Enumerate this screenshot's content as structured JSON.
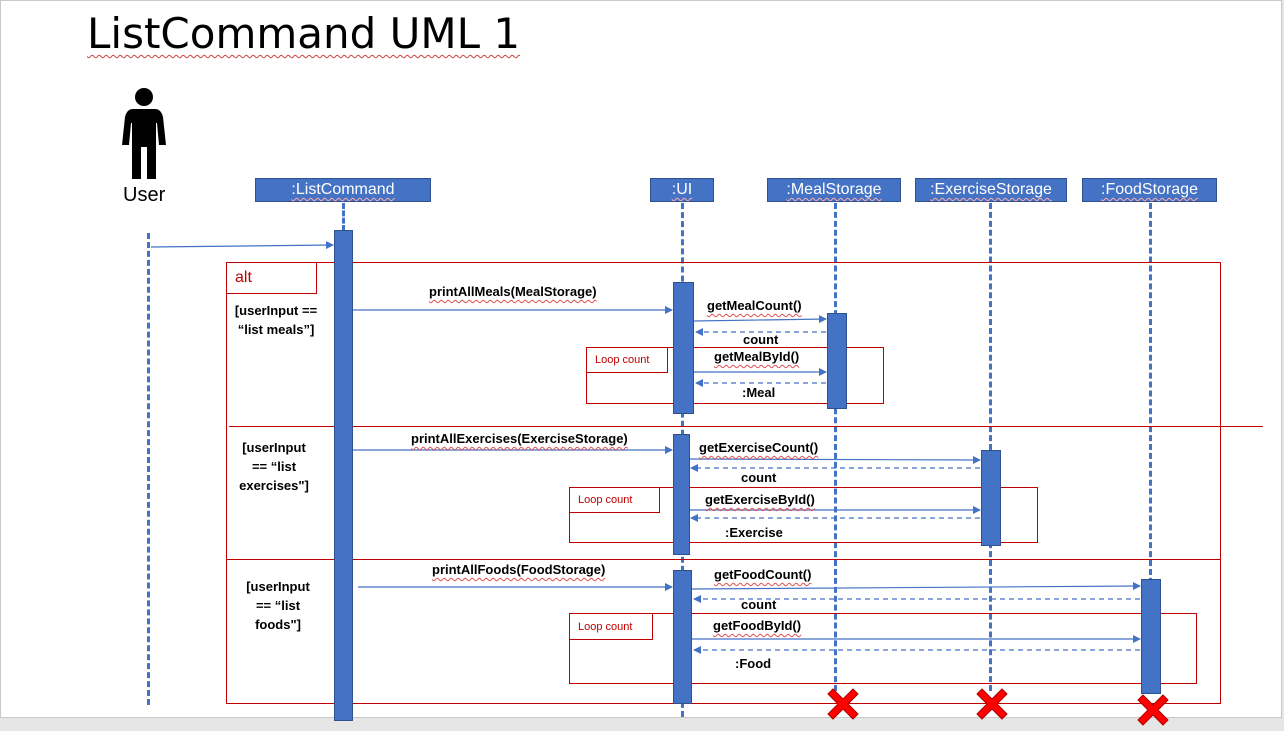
{
  "title": "ListCommand UML 1",
  "actor": {
    "label": "User",
    "icon": "stick-figure-icon"
  },
  "participants": [
    ":ListCommand",
    ":UI",
    ":MealStorage",
    ":ExerciseStorage",
    ":FoodStorage"
  ],
  "frame": {
    "operator": "alt"
  },
  "loop_label": "Loop count",
  "sections": [
    {
      "guard_lines": [
        "[userInput ==",
        "“list meals”]"
      ],
      "call": "printAllMeals(MealStorage)",
      "count_call": "getMealCount()",
      "count_return": "count",
      "by_id_call": "getMealById()",
      "by_id_return": ":Meal"
    },
    {
      "guard_lines": [
        "[userInput",
        "== “list",
        "exercises\"]"
      ],
      "call": "printAllExercises(ExerciseStorage)",
      "count_call": "getExerciseCount()",
      "count_return": "count",
      "by_id_call": "getExerciseById()",
      "by_id_return": ":Exercise"
    },
    {
      "guard_lines": [
        "[userInput",
        "== “list",
        "foods\"]"
      ],
      "call": "printAllFoods(FoodStorage)",
      "count_call": "getFoodCount()",
      "count_return": "count",
      "by_id_call": "getFoodById()",
      "by_id_return": ":Food"
    }
  ],
  "colors": {
    "participant": "#4472c4",
    "frame": "#c00000",
    "destroy": "#ff0000"
  },
  "destroyed_marker_icon": "destroy-x-icon"
}
